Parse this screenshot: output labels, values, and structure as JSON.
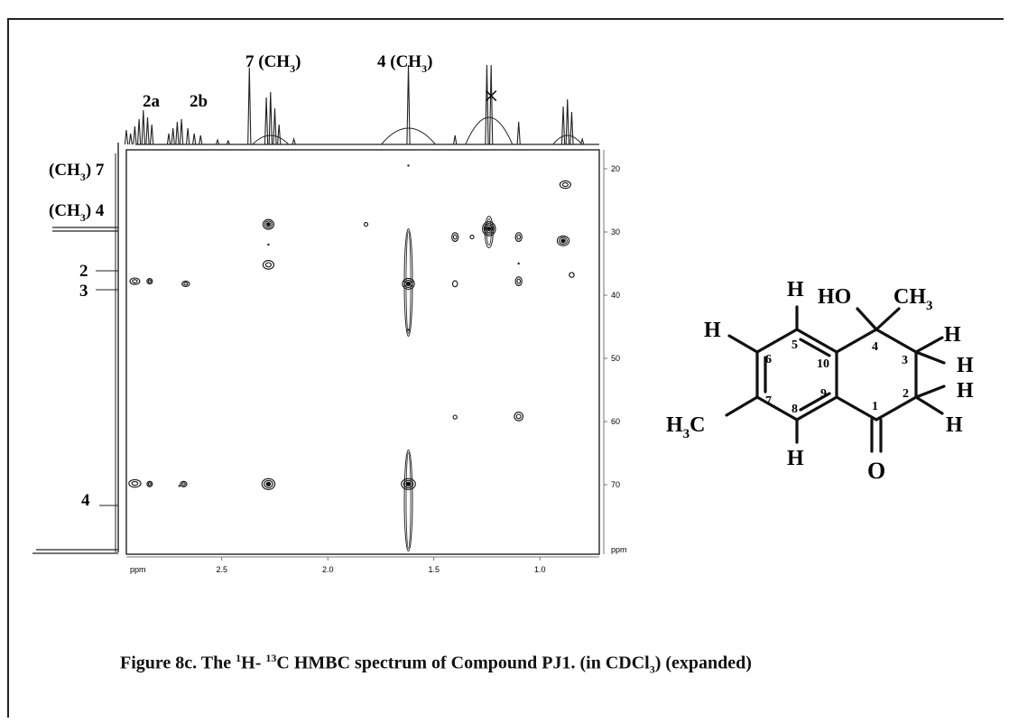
{
  "caption": {
    "prefix": "Figure 8c.   The ",
    "sup1": "1",
    "mid1": "H- ",
    "sup2": "13",
    "mid2": "C  HMBC spectrum of Compound PJ1. (in CDCl",
    "sub": "3",
    "suffix": ") (expanded)"
  },
  "top_labels": {
    "peak_2a": "2a",
    "peak_2b": "2b",
    "peak_7": "7 (CH",
    "peak_4": "4 (CH",
    "sub3": "3",
    "close": ")"
  },
  "left_labels": {
    "ch3_7_a": "(CH",
    "ch3_7_b": ") 7",
    "ch3_4_a": "(CH",
    "ch3_4_b": ") 4",
    "c2": "2",
    "c3": "3",
    "c4": "4",
    "sub3": "3"
  },
  "structure": {
    "H_top": "H",
    "HO": "HO",
    "CH3": "CH",
    "sub3": "3",
    "H_left": "H",
    "H3C_a": "H",
    "H3C_b": "C",
    "H_bottom": "H",
    "O": "O",
    "H_r1": "H",
    "H_r2": "H",
    "H_r3": "H",
    "H_r4": "H",
    "n1": "1",
    "n2": "2",
    "n3": "3",
    "n4": "4",
    "n5": "5",
    "n6": "6",
    "n7": "7",
    "n8": "8",
    "n9": "9",
    "n10": "10"
  },
  "chart_data": {
    "type": "heatmap",
    "subtype": "2D HMBC NMR contour plot",
    "x_axis": {
      "unit_label": "ppm",
      "ticks": [
        "2.5",
        "2.0",
        "1.5",
        "1.0"
      ],
      "range": [
        2.95,
        0.72
      ],
      "reversed": true
    },
    "y_axis": {
      "unit_label": "ppm",
      "ticks": [
        "20",
        "30",
        "40",
        "50",
        "60",
        "70"
      ],
      "range": [
        17,
        81
      ],
      "side": "right"
    },
    "cross_peaks": [
      {
        "x": 0.88,
        "y": 22.5,
        "w": 1.0,
        "h": 0.7
      },
      {
        "x": 2.28,
        "y": 28.8,
        "w": 1.0,
        "h": 0.9
      },
      {
        "x": 1.82,
        "y": 28.8,
        "w": 0.25,
        "h": 0.25
      },
      {
        "x": 1.4,
        "y": 30.8,
        "w": 0.6,
        "h": 0.8
      },
      {
        "x": 1.32,
        "y": 30.8,
        "w": 0.3,
        "h": 0.3
      },
      {
        "x": 1.24,
        "y": 29.5,
        "w": 1.2,
        "h": 1.3
      },
      {
        "x": 1.1,
        "y": 30.8,
        "w": 0.6,
        "h": 0.8
      },
      {
        "x": 0.89,
        "y": 31.4,
        "w": 1.1,
        "h": 0.9
      },
      {
        "x": 2.28,
        "y": 35.2,
        "w": 1.0,
        "h": 0.8
      },
      {
        "x": 2.91,
        "y": 37.8,
        "w": 0.9,
        "h": 0.6
      },
      {
        "x": 2.84,
        "y": 37.8,
        "w": 0.5,
        "h": 0.5
      },
      {
        "x": 2.67,
        "y": 38.2,
        "w": 0.7,
        "h": 0.5
      },
      {
        "x": 1.62,
        "y": 38.2,
        "w": 1.1,
        "h": 1.0
      },
      {
        "x": 1.4,
        "y": 38.2,
        "w": 0.45,
        "h": 0.55
      },
      {
        "x": 1.1,
        "y": 37.8,
        "w": 0.6,
        "h": 0.8
      },
      {
        "x": 0.85,
        "y": 36.8,
        "w": 0.45,
        "h": 0.45
      },
      {
        "x": 1.4,
        "y": 59.3,
        "w": 0.35,
        "h": 0.35
      },
      {
        "x": 1.1,
        "y": 59.2,
        "w": 0.8,
        "h": 0.8
      },
      {
        "x": 2.91,
        "y": 69.8,
        "w": 1.1,
        "h": 0.7
      },
      {
        "x": 2.84,
        "y": 69.9,
        "w": 0.5,
        "h": 0.5
      },
      {
        "x": 2.68,
        "y": 69.9,
        "w": 0.6,
        "h": 0.5
      },
      {
        "x": 2.28,
        "y": 69.9,
        "w": 1.2,
        "h": 1.0
      },
      {
        "x": 1.62,
        "y": 69.9,
        "w": 1.3,
        "h": 1.0
      }
    ],
    "streaks": [
      {
        "x": 1.62,
        "y1": 29.5,
        "y2": 46.5
      },
      {
        "x": 1.62,
        "y1": 64.5,
        "y2": 80.5
      },
      {
        "x": 1.24,
        "y1": 27.5,
        "y2": 32.5
      }
    ],
    "dots": [
      {
        "x": 1.62,
        "y": 19.5
      },
      {
        "x": 2.28,
        "y": 32.0
      },
      {
        "x": 1.1,
        "y": 35.0
      },
      {
        "x": 1.62,
        "y": 45.5
      },
      {
        "x": 2.7,
        "y": 70.2
      }
    ],
    "proton_spectrum": {
      "peaks": [
        {
          "x": 2.95,
          "h": 16
        },
        {
          "x": 2.93,
          "h": 12
        },
        {
          "x": 2.91,
          "h": 20
        },
        {
          "x": 2.89,
          "h": 28
        },
        {
          "x": 2.87,
          "h": 38
        },
        {
          "x": 2.85,
          "h": 30
        },
        {
          "x": 2.83,
          "h": 22
        },
        {
          "x": 2.75,
          "h": 12
        },
        {
          "x": 2.73,
          "h": 18
        },
        {
          "x": 2.71,
          "h": 25
        },
        {
          "x": 2.69,
          "h": 28
        },
        {
          "x": 2.66,
          "h": 18
        },
        {
          "x": 2.63,
          "h": 12
        },
        {
          "x": 2.6,
          "h": 10
        },
        {
          "x": 2.52,
          "h": 5
        },
        {
          "x": 2.47,
          "h": 4
        },
        {
          "x": 2.37,
          "h": 85
        },
        {
          "x": 2.29,
          "h": 52
        },
        {
          "x": 2.27,
          "h": 58
        },
        {
          "x": 2.25,
          "h": 40
        },
        {
          "x": 2.23,
          "h": 22
        },
        {
          "x": 2.16,
          "h": 6
        },
        {
          "x": 1.62,
          "h": 88
        },
        {
          "x": 1.4,
          "h": 10
        },
        {
          "x": 1.25,
          "h": 88
        },
        {
          "x": 1.23,
          "h": 88
        },
        {
          "x": 1.1,
          "h": 25
        },
        {
          "x": 0.89,
          "h": 42
        },
        {
          "x": 0.87,
          "h": 50
        },
        {
          "x": 0.85,
          "h": 36
        },
        {
          "x": 0.8,
          "h": 6
        }
      ],
      "x_mark": {
        "x": 1.23,
        "label": "×"
      }
    }
  }
}
